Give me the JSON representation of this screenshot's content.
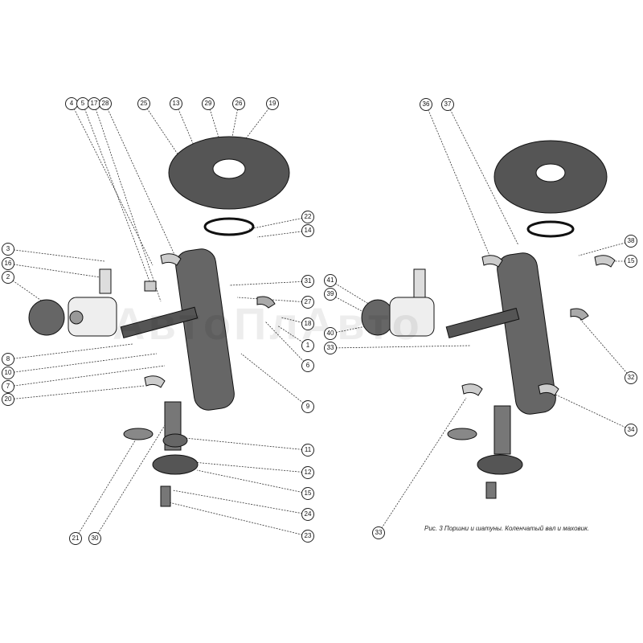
{
  "caption": "Рис. 3 Поршни и шатуны. Коленчатый вал и маховик.",
  "watermark": "АвтоПлАвто",
  "callouts_left": [
    "4",
    "5",
    "17",
    "28",
    "25",
    "13",
    "29",
    "26",
    "19",
    "3",
    "16",
    "2",
    "8",
    "10",
    "7",
    "20",
    "22",
    "14",
    "31",
    "27",
    "18",
    "1",
    "6",
    "9",
    "11",
    "12",
    "15",
    "24",
    "23",
    "21",
    "30"
  ],
  "callouts_right": [
    "36",
    "37",
    "41",
    "39",
    "40",
    "33",
    "38",
    "15",
    "32",
    "34",
    "33"
  ]
}
